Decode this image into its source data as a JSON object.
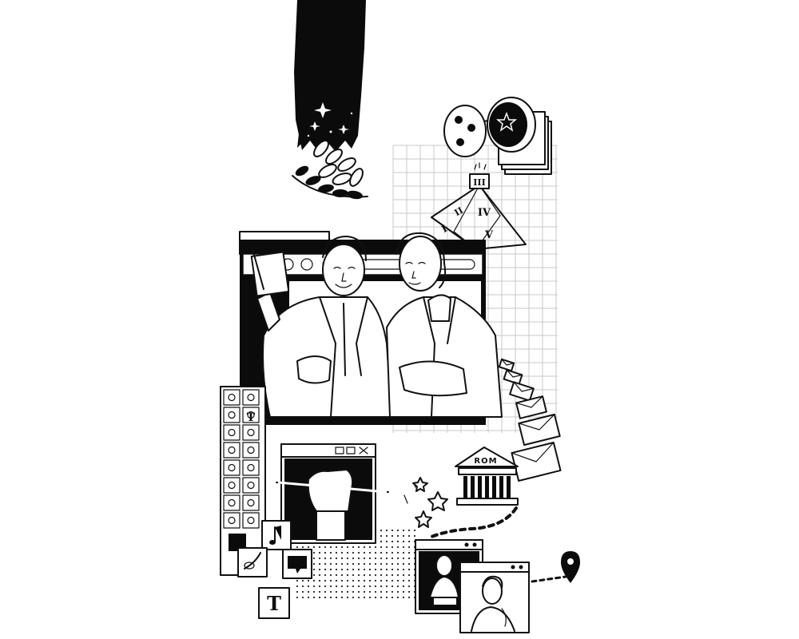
{
  "illustration": {
    "background": "#ffffff",
    "ink": "#0b0b0b",
    "gridline": "#c9c9c9",
    "building_label": "ROM",
    "pyramid_numerals": [
      "III",
      "II",
      "IV",
      "I",
      "V"
    ],
    "text_tool_glyph": "T",
    "toolbox_text_glyph": "T",
    "music_icon": "music-note-icon",
    "chat_icon": "speech-bubble-icon",
    "pin_icon": "map-pin-icon"
  }
}
